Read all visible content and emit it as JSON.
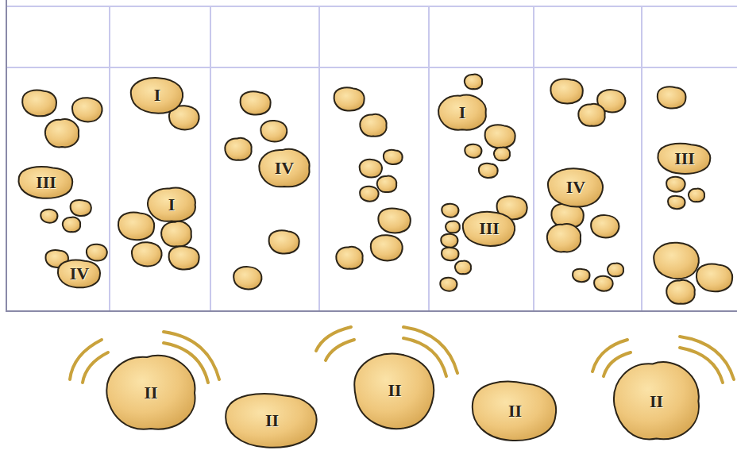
{
  "diagram": {
    "nodes": [
      {
        "text": [
          "I"
        ]
      },
      {
        "text": [
          "I"
        ]
      },
      {
        "text": [
          "III"
        ]
      },
      {
        "text": [
          "IV"
        ]
      },
      {
        "text": [
          "III"
        ]
      },
      {
        "text": [
          "IV"
        ]
      },
      {
        "text": [
          "I"
        ]
      },
      {
        "text": [
          "III"
        ]
      },
      {
        "text": [
          "IV"
        ]
      },
      {
        "text": [
          "II"
        ]
      },
      {
        "text": [
          "II"
        ]
      },
      {
        "text": [
          "II"
        ]
      },
      {
        "text": [
          "II"
        ]
      },
      {
        "text": [
          "II"
        ]
      }
    ]
  }
}
